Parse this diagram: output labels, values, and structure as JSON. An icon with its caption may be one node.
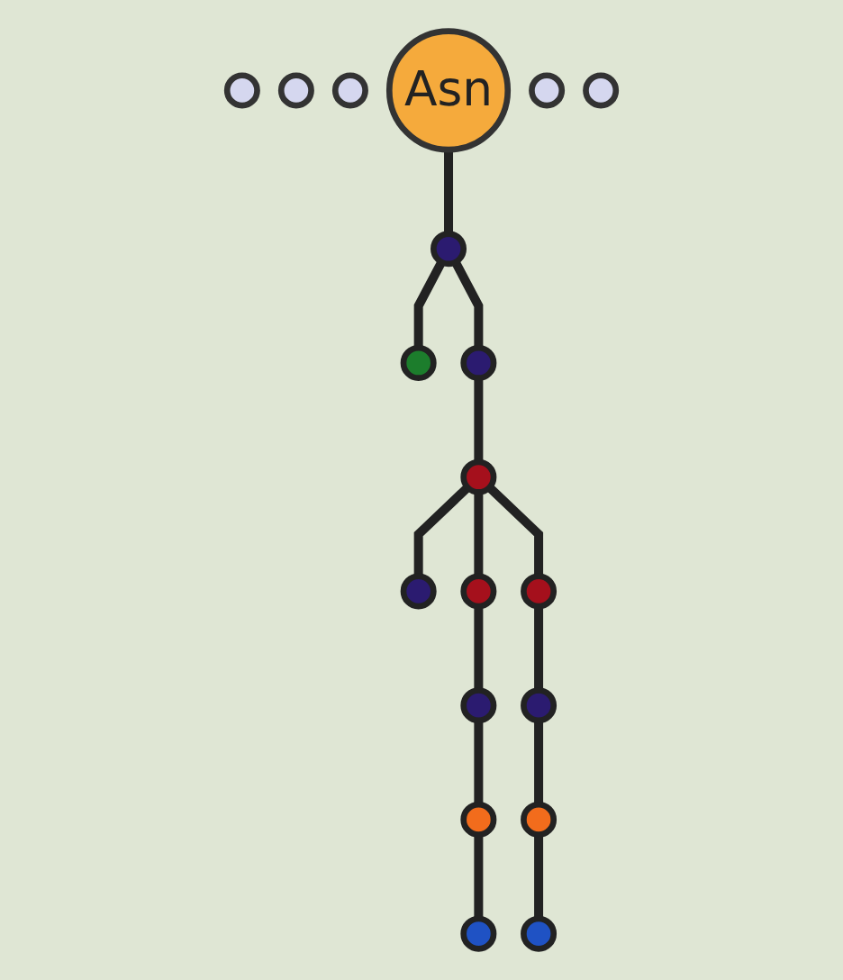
{
  "diagram": {
    "nodes": [
      {
        "text": [],
        "shape": "circle"
      },
      {
        "text": [],
        "shape": "circle"
      },
      {
        "text": [],
        "shape": "circle"
      },
      {
        "text": [
          "Asn"
        ]
      },
      {
        "text": [],
        "shape": "circle"
      },
      {
        "text": [],
        "shape": "circle"
      },
      {
        "text": [],
        "shape": "circle"
      },
      {
        "text": [],
        "shape": "circle"
      },
      {
        "text": [],
        "shape": "circle"
      },
      {
        "text": [],
        "shape": "circle"
      },
      {
        "text": [],
        "shape": "circle"
      },
      {
        "text": [],
        "shape": "circle"
      },
      {
        "text": [],
        "shape": "circle"
      },
      {
        "text": [],
        "shape": "circle"
      },
      {
        "text": [],
        "shape": "circle"
      },
      {
        "text": [],
        "shape": "circle"
      },
      {
        "text": [],
        "shape": "circle"
      },
      {
        "text": [],
        "shape": "circle"
      },
      {
        "text": [],
        "shape": "circle"
      }
    ],
    "edges": [
      {
        "from": 3,
        "to": 6,
        "arrow": "none"
      },
      {
        "from": 6,
        "to": 7,
        "arrow": "none"
      },
      {
        "from": 6,
        "to": 8,
        "arrow": "none"
      },
      {
        "from": 8,
        "to": 9,
        "arrow": "none"
      },
      {
        "from": 9,
        "to": 10,
        "arrow": "none"
      },
      {
        "from": 9,
        "to": 11,
        "arrow": "none"
      },
      {
        "from": 9,
        "to": 12,
        "arrow": "none"
      },
      {
        "from": 11,
        "to": 13,
        "arrow": "none"
      },
      {
        "from": 12,
        "to": 14,
        "arrow": "none"
      },
      {
        "from": 13,
        "to": 15,
        "arrow": "none"
      },
      {
        "from": 14,
        "to": 16,
        "arrow": "none"
      },
      {
        "from": 15,
        "to": 17,
        "arrow": "none"
      },
      {
        "from": 16,
        "to": 18,
        "arrow": "none"
      }
    ]
  }
}
